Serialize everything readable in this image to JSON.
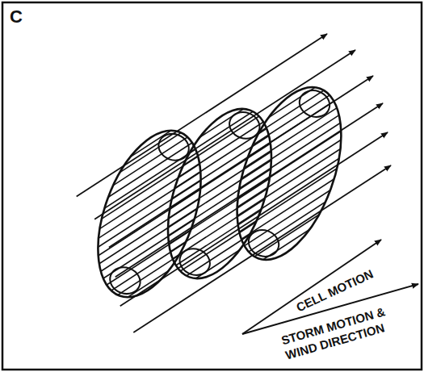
{
  "diagram": {
    "labels": [
      "C",
      "CELL MOTION",
      "STORM MOTION & WIND DIRECTION"
    ]
  }
}
